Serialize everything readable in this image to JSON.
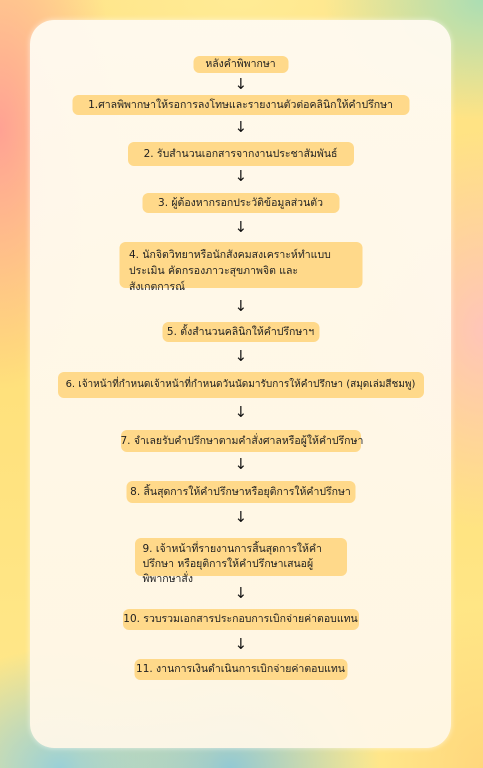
{
  "flow": {
    "start": "หลังคำพิพากษา",
    "steps": [
      "1.ศาลพิพากษาให้รอการลงโทษและรายงานตัวต่อคลินิกให้คำปรึกษา",
      "2. รับสำนวนเอกสารจากงานประชาสัมพันธ์",
      "3. ผู้ต้องหากรอกประวัติข้อมูลส่วนตัว",
      "4. นักจิตวิทยาหรือนักสังคมสงเคราะห์ทำแบบประเมิน คัดกรองภาวะสุขภาพจิต และสังเกตการณ์",
      "5. ตั้งสำนวนคลินิกให้คำปรึกษาฯ",
      "6. เจ้าหน้าที่กำหนดเจ้าหน้าที่กำหนดวันนัดมารับการให้คำปรึกษา (สมุดเล่มสีชมพู)",
      "7. จำเลยรับคำปรึกษาตามคำสั่งศาลหรือผู้ให้คำปรึกษา",
      "8. สิ้นสุดการให้คำปรึกษาหรือยุติการให้คำปรึกษา",
      "9. เจ้าหน้าที่รายงานการสิ้นสุดการให้คำปรึกษา หรือยุติการให้คำปรึกษาเสนอผู้พิพากษาสั่ง",
      "10. รวบรวมเอกสารประกอบการเบิกจ่ายค่าตอบแทน",
      "11. งานการเงินดำเนินการเบิกจ่ายค่าตอบแทน"
    ],
    "arrow_glyph": "↓"
  }
}
